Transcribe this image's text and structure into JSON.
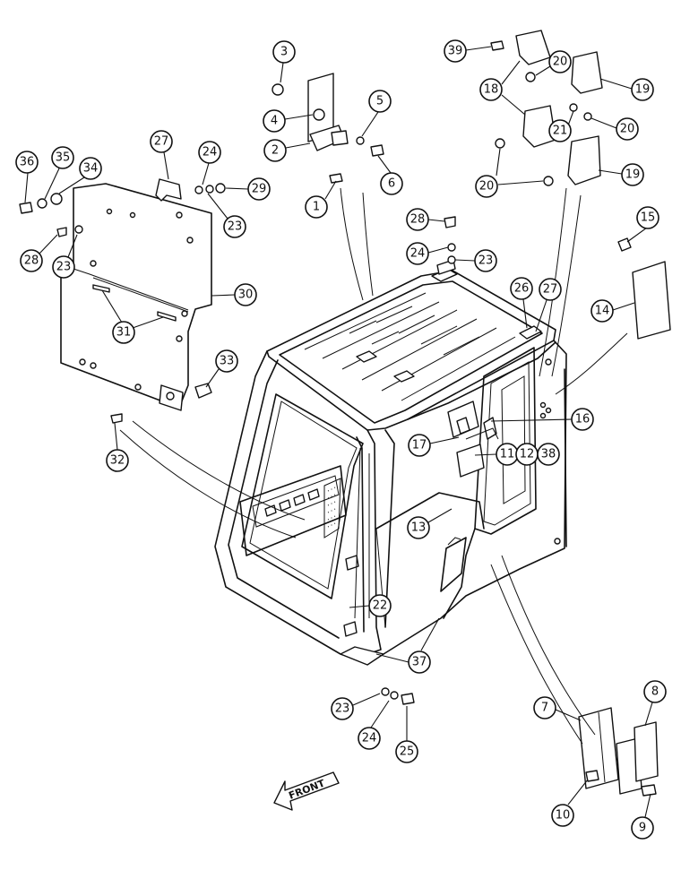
{
  "callouts": [
    {
      "n": "1"
    },
    {
      "n": "2"
    },
    {
      "n": "3"
    },
    {
      "n": "4"
    },
    {
      "n": "5"
    },
    {
      "n": "6"
    },
    {
      "n": "39"
    },
    {
      "n": "18"
    },
    {
      "n": "20"
    },
    {
      "n": "19"
    },
    {
      "n": "21"
    },
    {
      "n": "20"
    },
    {
      "n": "20"
    },
    {
      "n": "19"
    },
    {
      "n": "36"
    },
    {
      "n": "35"
    },
    {
      "n": "34"
    },
    {
      "n": "27"
    },
    {
      "n": "24"
    },
    {
      "n": "29"
    },
    {
      "n": "23"
    },
    {
      "n": "28"
    },
    {
      "n": "23"
    },
    {
      "n": "30"
    },
    {
      "n": "31"
    },
    {
      "n": "33"
    },
    {
      "n": "32"
    },
    {
      "n": "28"
    },
    {
      "n": "24"
    },
    {
      "n": "23"
    },
    {
      "n": "15"
    },
    {
      "n": "14"
    },
    {
      "n": "26"
    },
    {
      "n": "27"
    },
    {
      "n": "16"
    },
    {
      "n": "17"
    },
    {
      "n": "11"
    },
    {
      "n": "12"
    },
    {
      "n": "38"
    },
    {
      "n": "13"
    },
    {
      "n": "22"
    },
    {
      "n": "37"
    },
    {
      "n": "23"
    },
    {
      "n": "24"
    },
    {
      "n": "25"
    },
    {
      "n": "7"
    },
    {
      "n": "8"
    },
    {
      "n": "10"
    },
    {
      "n": "9"
    }
  ],
  "front_arrow": {
    "label": "FRONT"
  }
}
